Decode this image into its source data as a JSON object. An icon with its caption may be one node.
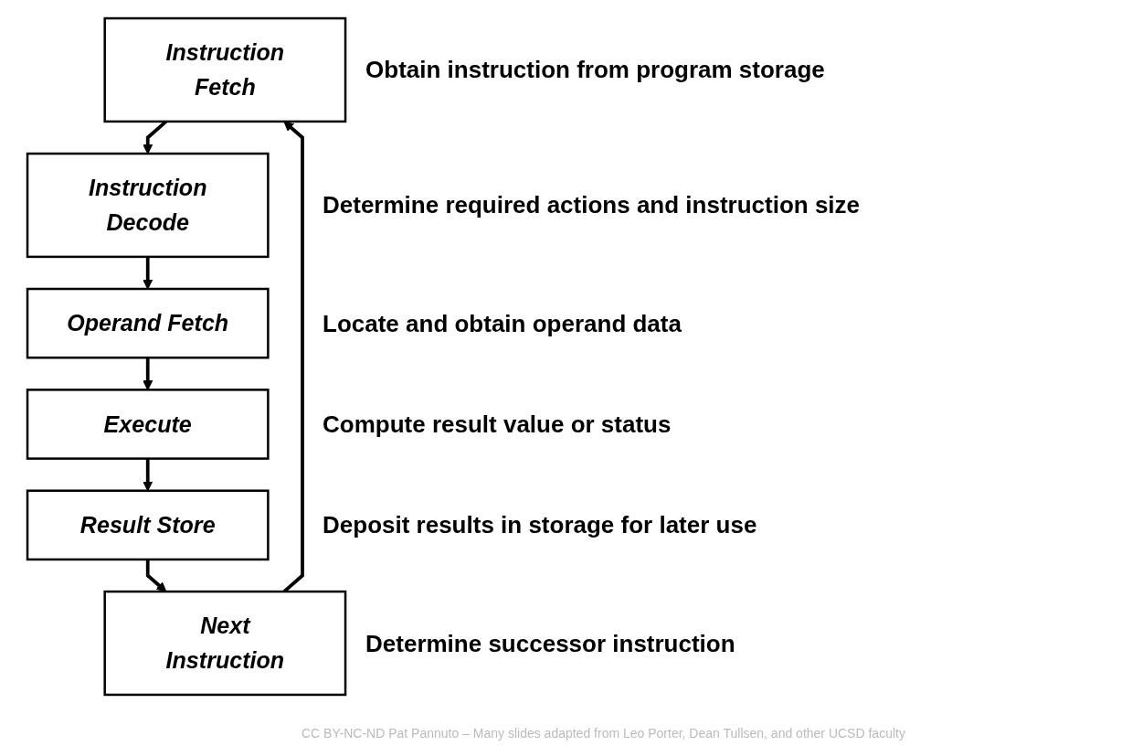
{
  "diagram": {
    "nodes": [
      {
        "text": [
          "Instruction Fetch"
        ],
        "beside": [
          "Obtain instruction from program storage"
        ]
      },
      {
        "text": [
          "Instruction Decode"
        ],
        "beside": [
          "Determine required actions and instruction size"
        ]
      },
      {
        "text": [
          "Operand Fetch"
        ],
        "beside": [
          "Locate and obtain operand data"
        ]
      },
      {
        "text": [
          "Execute"
        ],
        "beside": [
          "Compute result value or status"
        ]
      },
      {
        "text": [
          "Result Store"
        ],
        "beside": [
          "Deposit results in storage for later use"
        ]
      },
      {
        "text": [
          "Next Instruction"
        ],
        "beside": [
          "Determine successor instruction"
        ]
      }
    ],
    "edges": [
      {
        "from": 0,
        "to": 1,
        "arrow": "to"
      },
      {
        "from": 1,
        "to": 2,
        "arrow": "to"
      },
      {
        "from": 2,
        "to": 3,
        "arrow": "to"
      },
      {
        "from": 3,
        "to": 4,
        "arrow": "to"
      },
      {
        "from": 4,
        "to": 5,
        "arrow": "to"
      },
      {
        "from": 5,
        "to": 0,
        "arrow": "to"
      }
    ],
    "labels": [
      "CC BY-NC-ND Pat Pannuto – Many slides adapted from Leo Porter, Dean Tullsen, and other UCSD faculty"
    ]
  }
}
